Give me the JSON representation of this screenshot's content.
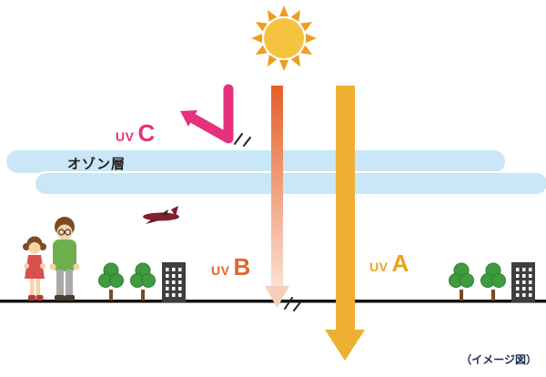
{
  "scene": {
    "ozone_label": "オゾン層",
    "caption": "（イメージ図）",
    "uvc": {
      "prefix": "UV",
      "letter": "C"
    },
    "uvb": {
      "prefix": "UV",
      "letter": "B"
    },
    "uva": {
      "prefix": "UV",
      "letter": "A"
    },
    "colors": {
      "ozone": "#c9e7f6",
      "sun": "#f6c340",
      "sun_rays": "#ef9d1e",
      "uvc": "#e6317c",
      "uvb_top": "#e55f28",
      "uvb_bottom": "#fbe0d2",
      "uvb_head": "#f6cfb9",
      "uvb_label": "#e2642d",
      "uva": "#edb033",
      "uva_label": "#eaa41f",
      "ground": "#111111"
    }
  }
}
